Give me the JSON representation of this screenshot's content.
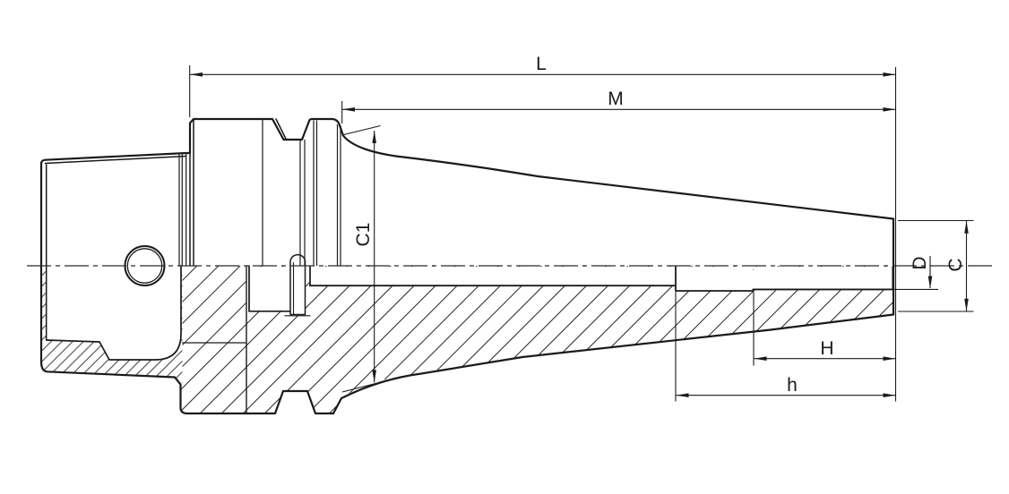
{
  "drawing": {
    "title": "",
    "labels": {
      "L": "L",
      "M": "M",
      "C1": "C1",
      "D": "D",
      "C": "C",
      "H": "H",
      "h": "h"
    },
    "colors": {
      "line": "#1a1a1a",
      "background": "#ffffff"
    }
  }
}
